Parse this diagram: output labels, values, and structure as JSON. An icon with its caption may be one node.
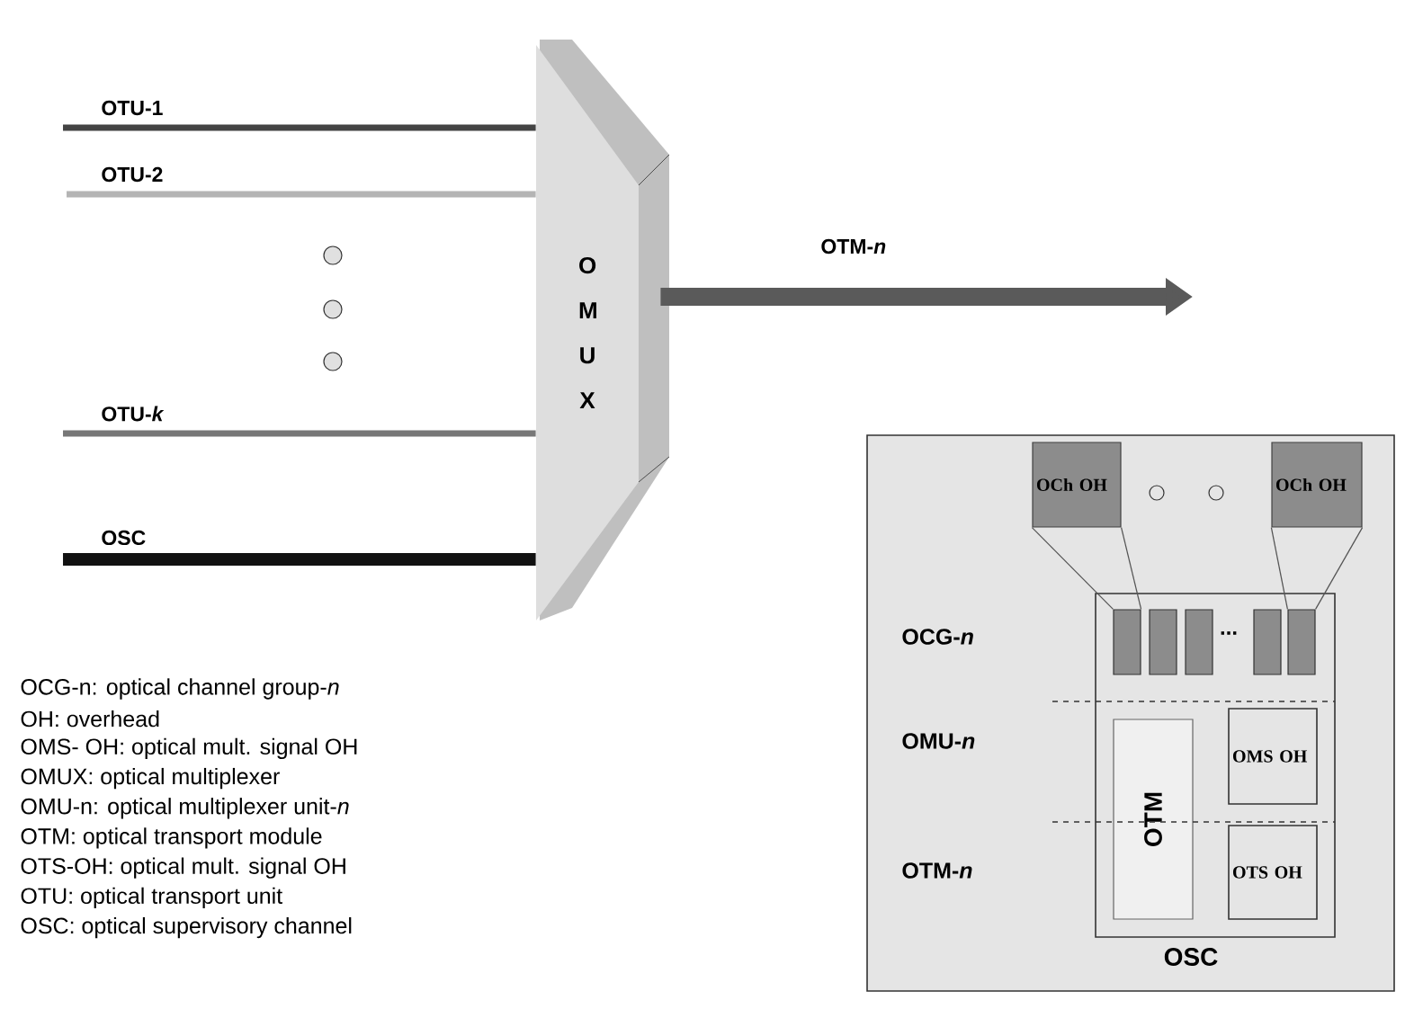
{
  "diagram": {
    "nodes": [
      {
        "text": [
          "O M U X"
        ]
      },
      {
        "text": [],
        "shape": "box"
      },
      {
        "text": [],
        "shape": "box",
        "in": 1
      },
      {
        "text": [
          "OCh OH"
        ],
        "in": 1
      },
      {
        "text": [
          "OCh OH"
        ],
        "in": 1
      },
      {
        "text": [],
        "shape": "bar",
        "in": 2
      },
      {
        "text": [],
        "shape": "bar",
        "in": 2
      },
      {
        "text": [],
        "shape": "bar",
        "in": 2
      },
      {
        "text": [],
        "shape": "bar",
        "in": 2
      },
      {
        "text": [],
        "shape": "bar",
        "in": 2
      },
      {
        "text": [
          "OTM"
        ],
        "in": 2
      },
      {
        "text": [
          "OMS OH"
        ],
        "in": 2
      },
      {
        "text": [
          "OTS OH"
        ],
        "in": 2
      }
    ],
    "edges": [
      {
        "from": null,
        "to": 0,
        "arrow": "none",
        "label": "OTU-1",
        "color": "#444444"
      },
      {
        "from": null,
        "to": 0,
        "arrow": "none",
        "label": "OTU-2",
        "color": "#b4b4b4"
      },
      {
        "from": null,
        "to": 0,
        "arrow": "none",
        "label": "OTU-*k*",
        "color": "#777777"
      },
      {
        "from": null,
        "to": 0,
        "arrow": "none",
        "label": "OSC",
        "style": "thick",
        "color": "#111111"
      },
      {
        "from": 0,
        "to": null,
        "arrow": "to",
        "label": "OTM-*n*",
        "style": "thick",
        "color": "#5a5a5a"
      },
      {
        "from": 3,
        "to": 5,
        "arrow": "none"
      },
      {
        "from": 3,
        "to": 5,
        "arrow": "none"
      },
      {
        "from": 4,
        "to": 9,
        "arrow": "none"
      },
      {
        "from": 4,
        "to": 9,
        "arrow": "none"
      }
    ],
    "labels": [
      "...",
      "OCG-*n*",
      "OMU-*n*",
      "OTM-*n*",
      "OSC",
      "OCG-n: optical channel group-*n*",
      "OH: overhead",
      "OMS- OH: optical mult. signal OH",
      "OMUX: optical multiplexer",
      "OMU-n: optical multiplexer unit-*n*",
      "OTM: optical transport module",
      "OTS-OH: optical mult. signal OH",
      "OTU: optical transport unit",
      "OSC: optical supervisory channel"
    ]
  }
}
